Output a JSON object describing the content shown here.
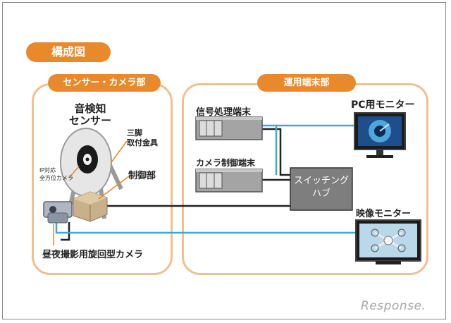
{
  "title_badge": "構成図",
  "sections": {
    "left": "センサー・カメラ部",
    "right": "運用端末部"
  },
  "labels": {
    "sound_sensor": [
      "音検知",
      "センサー"
    ],
    "tripod": [
      "三脚",
      "取付金具"
    ],
    "controller": "制御部",
    "ip_camera": [
      "IP対応",
      "全方位カメラ"
    ],
    "ptz_camera": "昼夜撮影用旋回型カメラ",
    "signal_terminal": "信号処理端末",
    "camera_terminal": "カメラ制御端末",
    "switching_hub": [
      "スイッチング",
      "ハブ"
    ],
    "pc_monitor": "PC用モニター",
    "video_monitor": "映像モニター"
  },
  "watermark": "Response.",
  "colors": {
    "accent_orange": "#e8892b",
    "panel_border": "#f0c08e",
    "video_cable": "#3aa8d8",
    "lan_cable": "#222222"
  }
}
